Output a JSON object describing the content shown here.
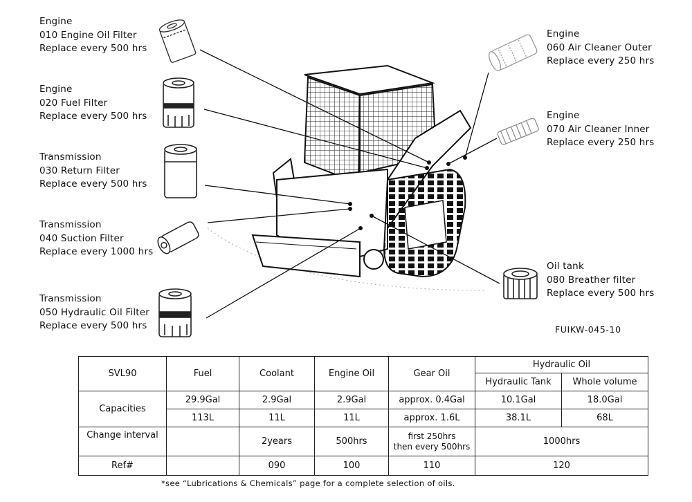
{
  "callouts": [
    {
      "id": "c010",
      "lines": [
        "Engine",
        "010 Engine Oil Filter",
        "Replace every 500 hrs"
      ]
    },
    {
      "id": "c020",
      "lines": [
        "Engine",
        "020 Fuel Filter",
        "Replace every 500 hrs"
      ]
    },
    {
      "id": "c030",
      "lines": [
        "Transmission",
        "030 Return Filter",
        "Replace every 500 hrs"
      ]
    },
    {
      "id": "c040",
      "lines": [
        "Transmission",
        "040 Suction Filter",
        "Replace every 1000 hrs"
      ]
    },
    {
      "id": "c050",
      "lines": [
        "Transmission",
        "050 Hydraulic Oil Filter",
        "Replace every 500 hrs"
      ]
    },
    {
      "id": "c060",
      "lines": [
        "Engine",
        "060 Air Cleaner Outer",
        "Replace every 250 hrs"
      ]
    },
    {
      "id": "c070",
      "lines": [
        "Engine",
        "070 Air Cleaner Inner",
        "Replace every 250 hrs"
      ]
    },
    {
      "id": "c080",
      "lines": [
        "Oil tank",
        "080 Breather filter",
        "Replace every 500 hrs"
      ]
    }
  ],
  "figure_code": "FUIKW-045-10",
  "table": {
    "model": "SVL90",
    "columns": {
      "fuel": "Fuel",
      "coolant": "Coolant",
      "engine_oil": "Engine Oil",
      "gear_oil": "Gear Oil",
      "hydraulic_oil": "Hydraulic Oil",
      "hydraulic_tank": "Hydraulic Tank",
      "whole_volume": "Whole volume"
    },
    "rows": {
      "capacities_label": "Capacities",
      "gal": {
        "fuel": "29.9Gal",
        "coolant": "2.9Gal",
        "engine_oil": "2.9Gal",
        "gear_oil": "approx. 0.4Gal",
        "hydraulic_tank": "10.1Gal",
        "whole_volume": "18.0Gal"
      },
      "liter": {
        "fuel": "113L",
        "coolant": "11L",
        "engine_oil": "11L",
        "gear_oil": "approx. 1.6L",
        "hydraulic_tank": "38.1L",
        "whole_volume": "68L"
      },
      "change_label": "Change interval",
      "change": {
        "fuel": "",
        "coolant": "2years",
        "engine_oil": "500hrs",
        "gear_oil_1": "first 250hrs",
        "gear_oil_2": "then every 500hrs",
        "hydraulic": "1000hrs"
      },
      "ref_label": "Ref#",
      "ref": {
        "fuel": "",
        "coolant": "090",
        "engine_oil": "100",
        "gear_oil": "110",
        "hydraulic": "120"
      }
    }
  },
  "footnote": "*see “Lubrications & Chemicals” page for a complete selection of oils."
}
